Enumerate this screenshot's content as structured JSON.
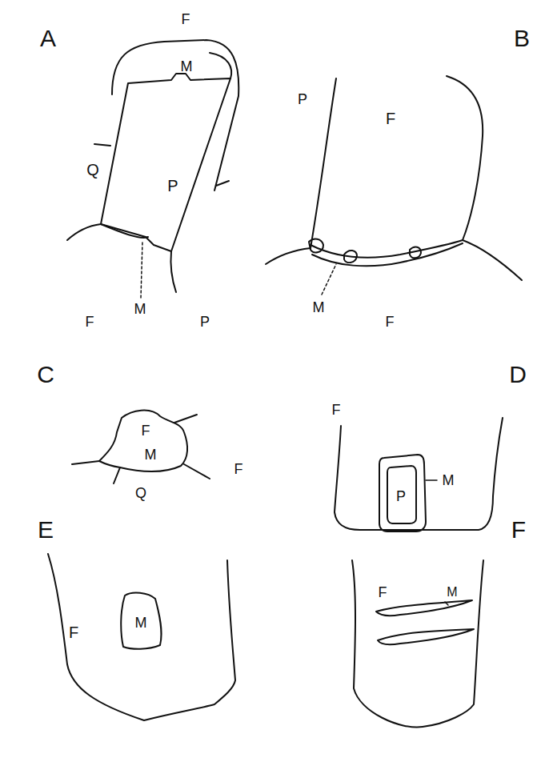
{
  "diagram": {
    "labels": [
      "A",
      "F",
      "M",
      "Q",
      "P",
      "F",
      "M",
      "P",
      "B",
      "P",
      "F",
      "M",
      "F",
      "C",
      "F",
      "F",
      "M",
      "Q",
      "D",
      "F",
      "P",
      "M",
      "E",
      "F",
      "M",
      "F",
      "F",
      "M"
    ]
  }
}
